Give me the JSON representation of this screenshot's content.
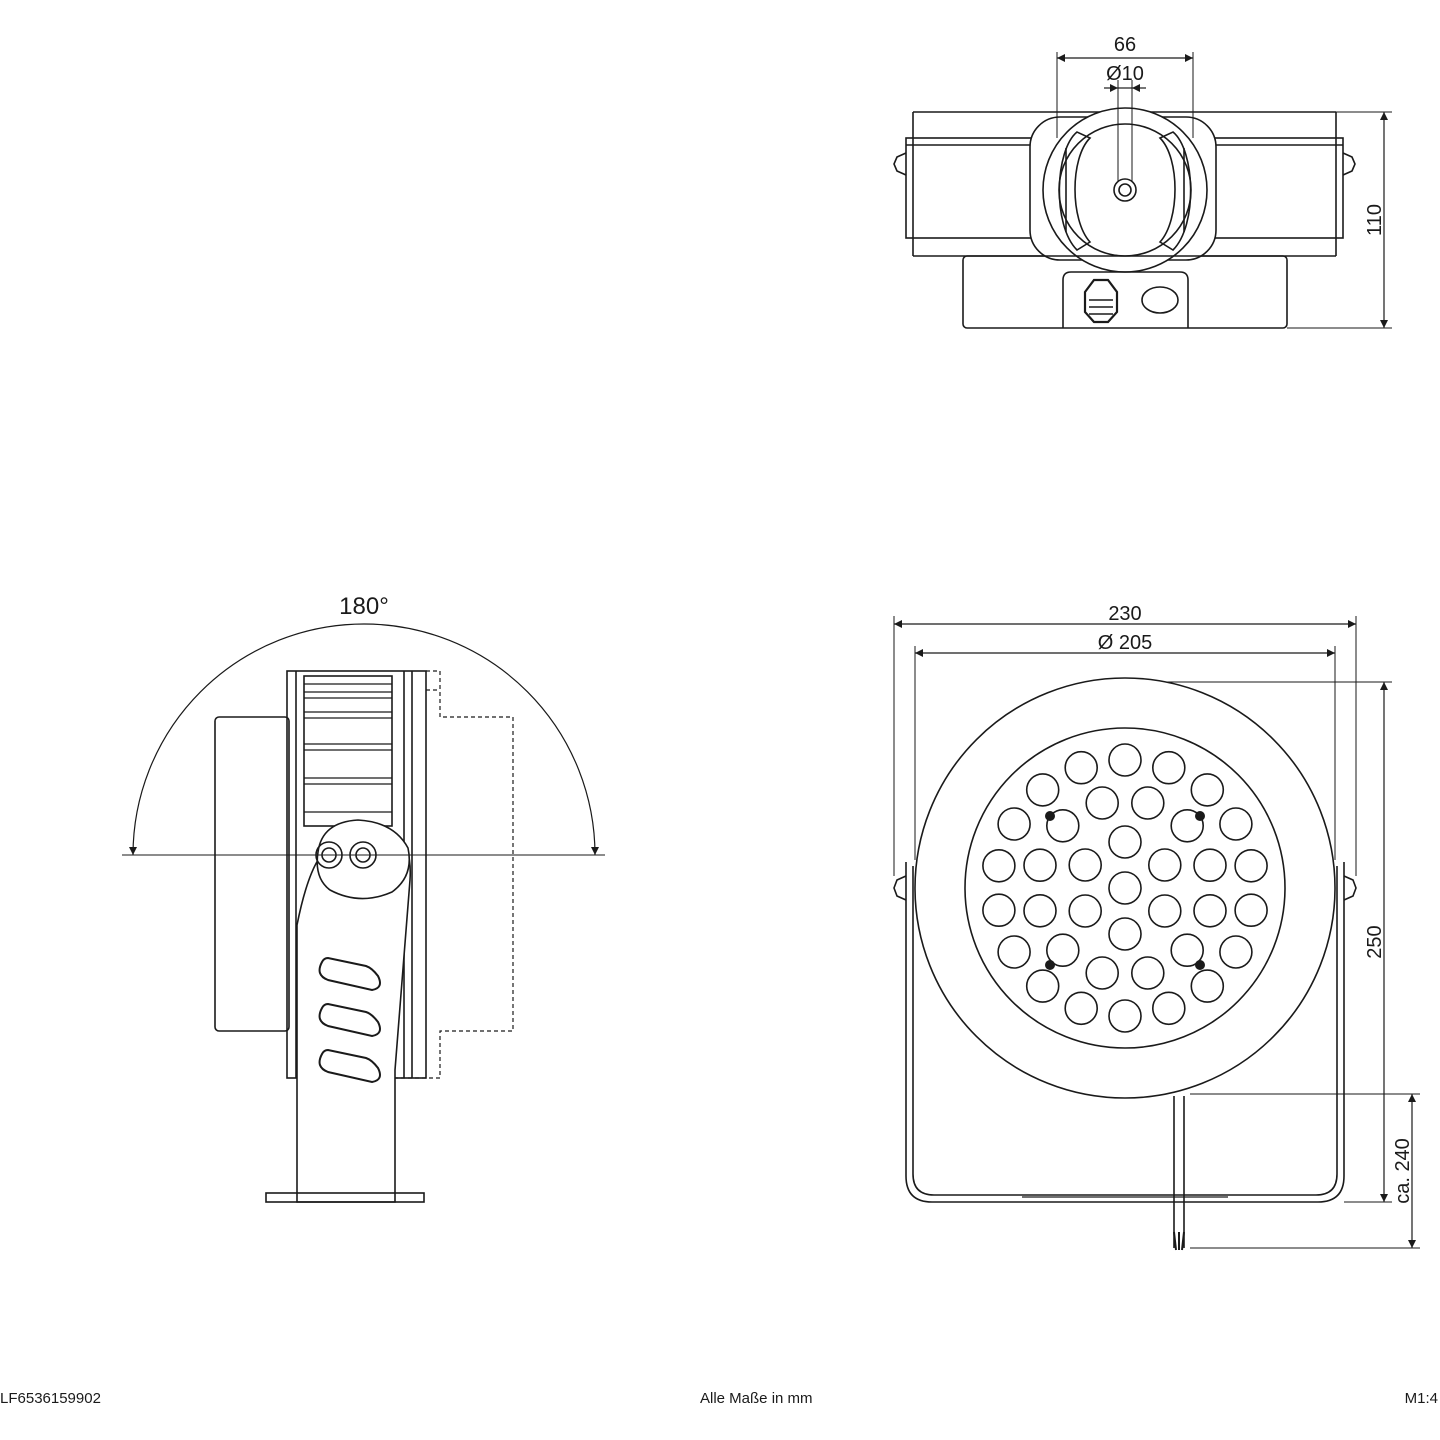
{
  "top_view": {
    "dim_width": "66",
    "dim_hole": "Ø10",
    "dim_height": "110"
  },
  "side_view": {
    "dim_angle": "180°"
  },
  "front_view": {
    "dim_width": "230",
    "dim_diameter": "Ø 205",
    "dim_height": "250",
    "dim_cable": "ca. 240"
  },
  "footer": {
    "article_number": "LF6536159902",
    "units_note": "Alle Maße in mm",
    "scale": "M1:4"
  },
  "colors": {
    "line": "#1a1a1a",
    "background": "#ffffff"
  }
}
